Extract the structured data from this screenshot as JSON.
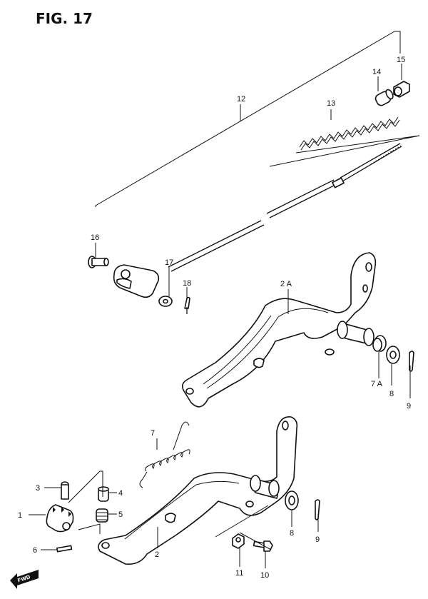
{
  "figure": {
    "title": "FIG. 17"
  },
  "fwd_badge": {
    "text": "FWD"
  },
  "callouts": {
    "p1": "1",
    "p2": "2",
    "p2a": "2 A",
    "p3": "3",
    "p4": "4",
    "p5": "5",
    "p6": "6",
    "p7": "7",
    "p7a": "7 A",
    "p8a": "8",
    "p8b": "8",
    "p9a": "9",
    "p9b": "9",
    "p10": "10",
    "p11": "11",
    "p12": "12",
    "p13": "13",
    "p14": "14",
    "p15": "15",
    "p16": "16",
    "p17": "17",
    "p18": "18"
  }
}
